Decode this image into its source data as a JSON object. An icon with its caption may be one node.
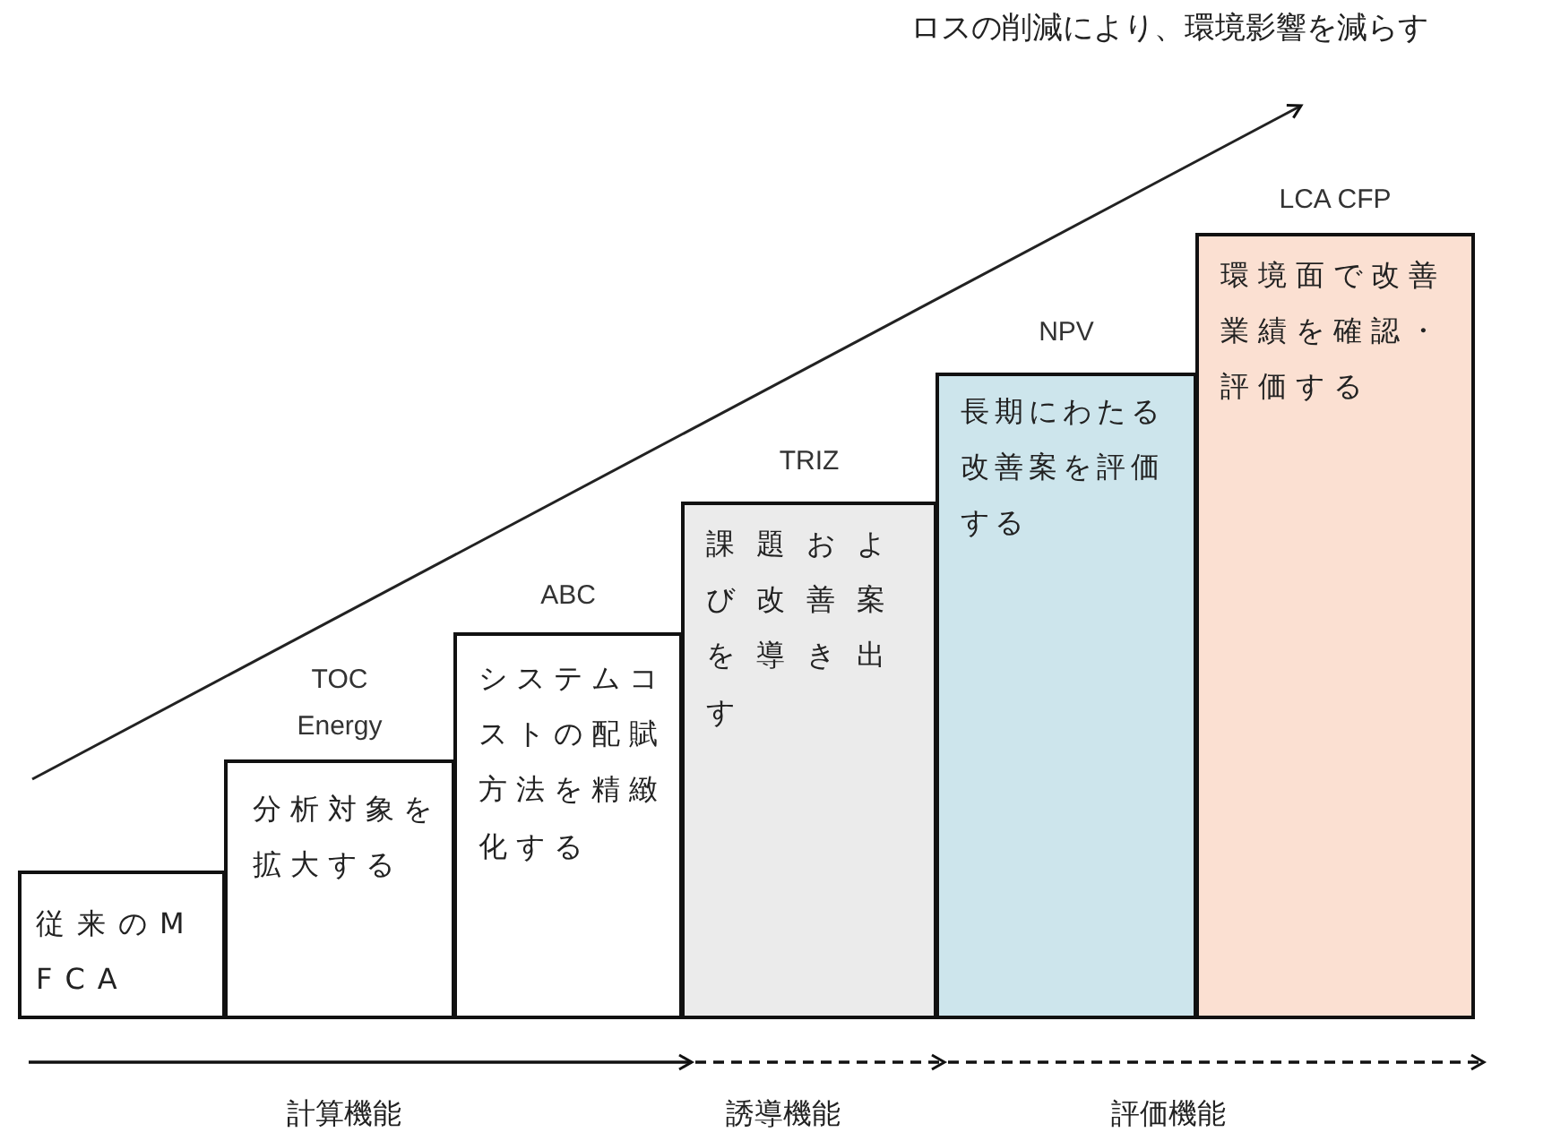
{
  "diagram": {
    "nodes": [
      {
        "text": [
          "従来のMFCA"
        ]
      },
      {
        "text": [
          "TOC Energy",
          "分析対象を拡大する"
        ]
      },
      {
        "text": [
          "ABC",
          "システムコストの配賦方法を精緻化する"
        ]
      },
      {
        "text": [
          "TRIZ",
          "課題および改善案を導き出す"
        ]
      },
      {
        "text": [
          "NPV",
          "長期にわたる改善案を評価する"
        ]
      },
      {
        "text": [
          "LCA CFP",
          "環境面で改善業績を確認・評価する"
        ]
      }
    ],
    "labels": [
      "ロスの削減により、環境影響を減らす",
      "計算機能",
      "誘導機能",
      "評価機能"
    ]
  }
}
